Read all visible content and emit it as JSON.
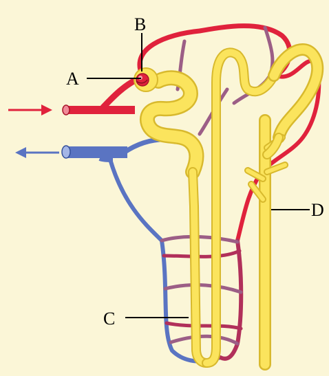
{
  "colors": {
    "background": "#fbf6d7",
    "artery": "#e0223c",
    "vein": "#5a74c2",
    "tubule": "#fbe45d",
    "tubule_edge": "#d8b92d",
    "mixed": "#9c5e86",
    "label_line": "#000000"
  },
  "labels": {
    "a": "A",
    "b": "B",
    "c": "C",
    "d": "D"
  },
  "icons": {
    "inflow_arrow": "arrow-right-icon",
    "outflow_arrow": "arrow-left-icon"
  }
}
